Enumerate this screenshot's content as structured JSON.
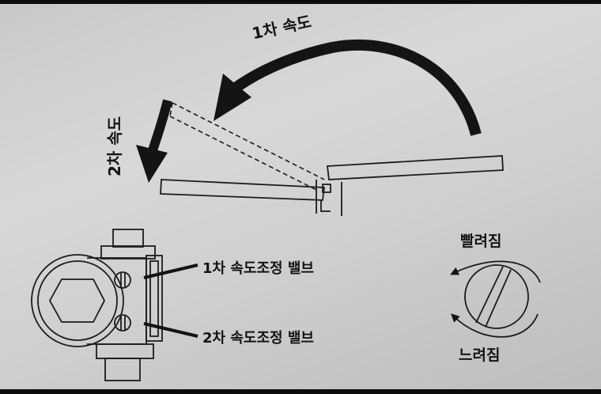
{
  "speed_labels": {
    "first": "1차 속도",
    "second": "2차 속도"
  },
  "valve_labels": {
    "first": "1차 속도조정 밸브",
    "second": "2차 속도조정 밸브"
  },
  "knob_labels": {
    "faster": "빨려짐",
    "slower": "느려짐"
  }
}
